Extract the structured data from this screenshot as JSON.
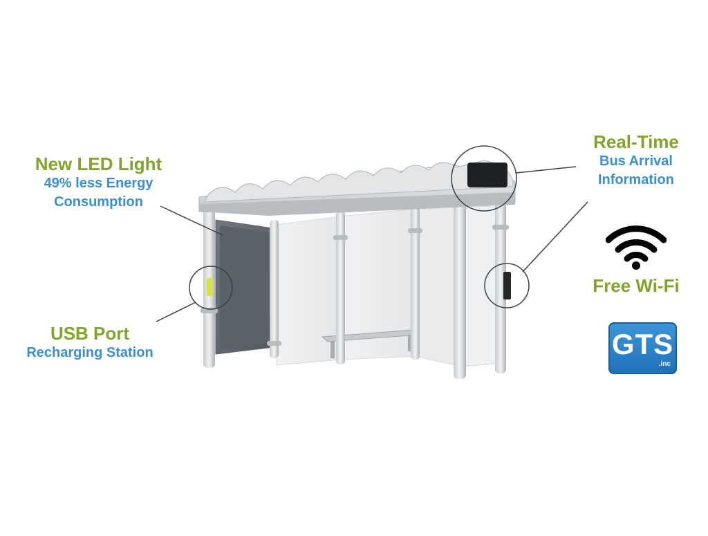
{
  "colors": {
    "green": "#7fa62a",
    "blue": "#3a8fd0",
    "logo_blue": "#2a80c9",
    "wifi": "#000000"
  },
  "led": {
    "title": "New LED Light",
    "line1": "49% less Energy",
    "line2": "Consumption"
  },
  "usb": {
    "title": "USB Port",
    "line1": "Recharging Station"
  },
  "realtime": {
    "title": "Real-Time",
    "line1": "Bus Arrival",
    "line2": "Information"
  },
  "wifi": {
    "label": "Free Wi-Fi",
    "icon": "wifi-icon"
  },
  "logo": {
    "text": "GTS",
    "sub": ".inc"
  }
}
